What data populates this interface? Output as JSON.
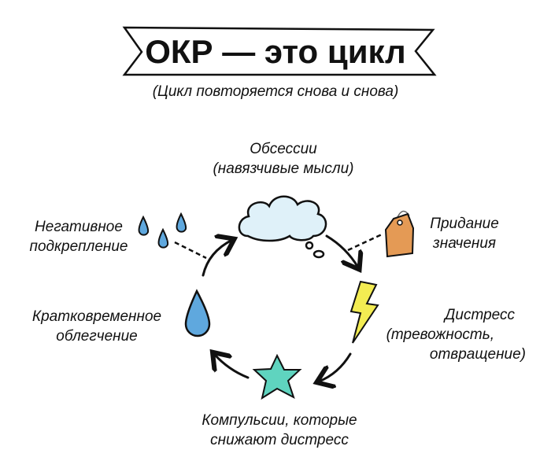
{
  "title": "ОКР — это цикл",
  "subtitle": "(Цикл повторяется снова и снова)",
  "nodes": {
    "obsessions": [
      "Обсессии",
      "(навязчивые мысли)"
    ],
    "meaning": [
      "Придание",
      "значения"
    ],
    "distress": [
      "Дистресс",
      "(тревожность,",
      "отвращение)"
    ],
    "compulsions": [
      "Компульсии, которые",
      "снижают дистресс"
    ],
    "relief": [
      "Кратковременное",
      "облегчение"
    ],
    "negative_reinforcement": [
      "Негативное",
      "подкрепление"
    ]
  },
  "colors": {
    "cloud": "#dff1f9",
    "drop": "#5fa8de",
    "tag": "#e49a55",
    "bolt": "#f3ec52",
    "star": "#5fd4bf"
  }
}
